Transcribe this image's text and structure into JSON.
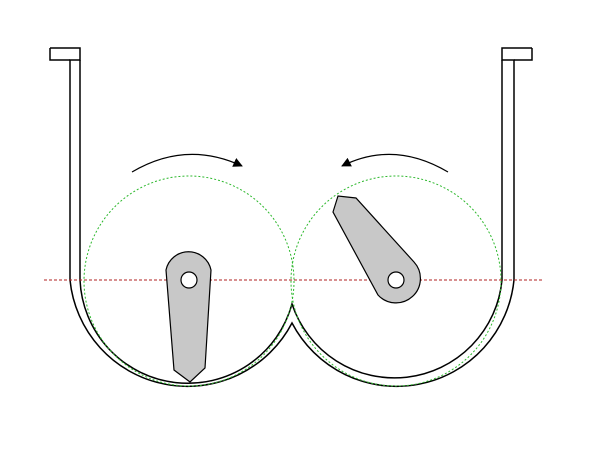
{
  "diagram": {
    "colors": {
      "background": "#ffffff",
      "vessel_outline": "#000000",
      "rotor_circle": "#2db82d",
      "center_axis": "#b22222",
      "blade_fill": "#c8c8c8",
      "blade_outline": "#000000",
      "shaft_fill": "#ffffff",
      "arrow": "#000000"
    },
    "rotors": [
      {
        "id": "left-rotor",
        "rotation": "clockwise"
      },
      {
        "id": "right-rotor",
        "rotation": "counterclockwise"
      }
    ],
    "elements": {
      "vessel": "double-trough-vessel",
      "axis": "horizontal-center-axis",
      "arrows": [
        "clockwise-rotation-arrow",
        "counterclockwise-rotation-arrow"
      ]
    }
  }
}
